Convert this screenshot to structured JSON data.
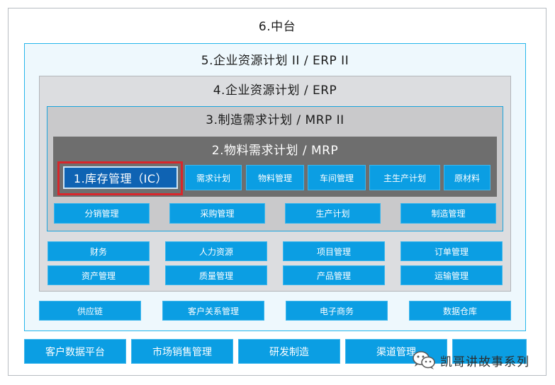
{
  "layers": {
    "l6": "6.中台",
    "l5": "5.企业资源计划 II  /  ERP II",
    "l4": "4.企业资源计划 / ERP",
    "l3": "3.制造需求计划 / MRP II",
    "l2": "2.物料需求计划 / MRP"
  },
  "ic_module": "1.库存管理（IC）",
  "mrp_modules": [
    "需求计划",
    "物料管理",
    "车间管理",
    "主生产计划",
    "原材料"
  ],
  "mrp2_modules": [
    "分销管理",
    "采购管理",
    "生产计划",
    "制造管理"
  ],
  "erp_row1": [
    "财务",
    "人力资源",
    "项目管理",
    "订单管理"
  ],
  "erp_row2": [
    "资产管理",
    "质量管理",
    "产品管理",
    "运输管理"
  ],
  "erp2_modules": [
    "供应链",
    "客户关系管理",
    "电子商务",
    "数据仓库"
  ],
  "middle_modules": [
    "客户数据平台",
    "市场销售管理",
    "研发制造",
    "渠道管理"
  ],
  "watermark": "凯哥讲故事系列",
  "colors": {
    "module_blue": "#0b9ee3",
    "ic_blue": "#0f63b3",
    "highlight_red": "#d9262b"
  }
}
